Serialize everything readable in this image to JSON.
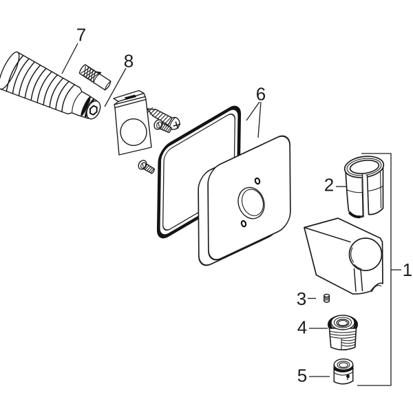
{
  "diagram": {
    "background": "#ffffff",
    "line_color": "#1c1c1c",
    "seal_color": "#141414",
    "callouts": [
      {
        "label": "7"
      },
      {
        "label": "8"
      },
      {
        "label": "6"
      },
      {
        "label": "2"
      },
      {
        "label": "1"
      },
      {
        "label": "3"
      },
      {
        "label": "4"
      },
      {
        "label": "5"
      }
    ]
  }
}
